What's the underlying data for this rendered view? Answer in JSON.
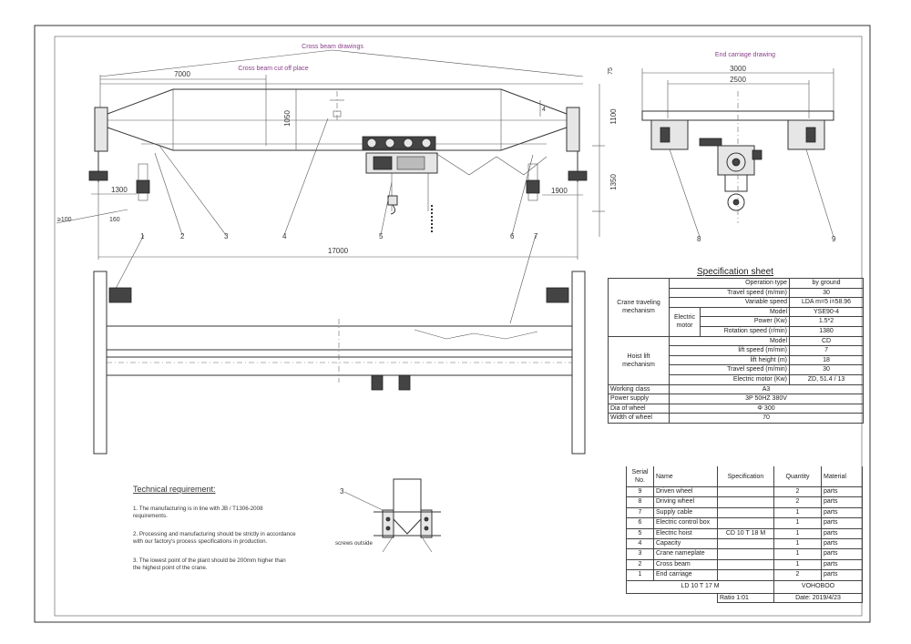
{
  "titles": {
    "cross_beam": "Cross beam drawings",
    "end_carriage": "End carriage drawing",
    "cut_off": "Cross beam cut off place"
  },
  "dims": {
    "d7000": "7000",
    "d75": "75",
    "d1050": "1050",
    "d1100": "1100",
    "d1350": "1350",
    "d17000": "17000",
    "d1300": "1300",
    "d1900": "1900",
    "d100": "≥100",
    "d160": "160",
    "d3000": "3000",
    "d2500": "2500"
  },
  "balloons": [
    "1",
    "2",
    "3",
    "4",
    "5",
    "6",
    "7",
    "8",
    "9"
  ],
  "spec": {
    "title": "Specification sheet",
    "crane_group": "Crane traveling mechanism",
    "hoist_group": "Hoist lift mechanism",
    "motor_sub": "Electric motor",
    "rows": [
      {
        "label": "Operation type",
        "value": "by ground"
      },
      {
        "label": "Travel speed (m/min)",
        "value": "30"
      },
      {
        "label": "Variable speed",
        "value": "LDA m=5  i=58.96"
      },
      {
        "label": "Model",
        "value": "YSE90-4"
      },
      {
        "label": "Power (Kw)",
        "value": "1.5*2"
      },
      {
        "label": "Rotation speed (r/min)",
        "value": "1380"
      },
      {
        "label": "Model",
        "value": "CD"
      },
      {
        "label": "lift speed (m/min)",
        "value": "7"
      },
      {
        "label": "lift height (m)",
        "value": "18"
      },
      {
        "label": "Travel speed (m/min)",
        "value": "30"
      },
      {
        "label": "Electric motor (Kw)",
        "value": "ZD, 51.4 / 13"
      }
    ],
    "full_rows": [
      {
        "label": "Working class",
        "value": "A3"
      },
      {
        "label": "Power supply",
        "value": "3P 50HZ 380V"
      },
      {
        "label": "Dia of wheel",
        "value": "Φ 300"
      },
      {
        "label": "Width of wheel",
        "value": "70"
      }
    ]
  },
  "parts": {
    "headers": [
      "Serial No.",
      "Name",
      "Specification",
      "Quantity",
      "Material"
    ],
    "rows": [
      {
        "no": "9",
        "name": "Driven wheel",
        "spec": "",
        "qty": "2",
        "mat": "parts"
      },
      {
        "no": "8",
        "name": "Driving wheel",
        "spec": "",
        "qty": "2",
        "mat": "parts"
      },
      {
        "no": "7",
        "name": "Supply cable",
        "spec": "",
        "qty": "1",
        "mat": "parts"
      },
      {
        "no": "6",
        "name": "Electric control box",
        "spec": "",
        "qty": "1",
        "mat": "parts"
      },
      {
        "no": "5",
        "name": "Electric hoist",
        "spec": "CD 10 T 18 M",
        "qty": "1",
        "mat": "parts"
      },
      {
        "no": "4",
        "name": "Capacity",
        "spec": "",
        "qty": "1",
        "mat": "parts"
      },
      {
        "no": "3",
        "name": "Crane nameplate",
        "spec": "",
        "qty": "1",
        "mat": "parts"
      },
      {
        "no": "2",
        "name": "Cross beam",
        "spec": "",
        "qty": "1",
        "mat": "parts"
      },
      {
        "no": "1",
        "name": "End carriage",
        "spec": "",
        "qty": "2",
        "mat": "parts"
      }
    ],
    "model": "LD 10 T 17 M",
    "company": "VOHOBOO",
    "ratio_label": "Ratio",
    "ratio": "1:01",
    "date": "Date: 2019/4/23"
  },
  "tech": {
    "title": "Technical requirement:",
    "items": [
      "1. The manufacturing is in line with JB / T1306-2008 requirements.",
      "2. Processing and manufacturing should be strictly in accordance with our factory's process specifications in production.",
      "3. The lowest point of the plant should be 200mm higher than the highest point of the crane."
    ]
  },
  "detail": {
    "screws": "screws outside",
    "balloon": "3"
  }
}
